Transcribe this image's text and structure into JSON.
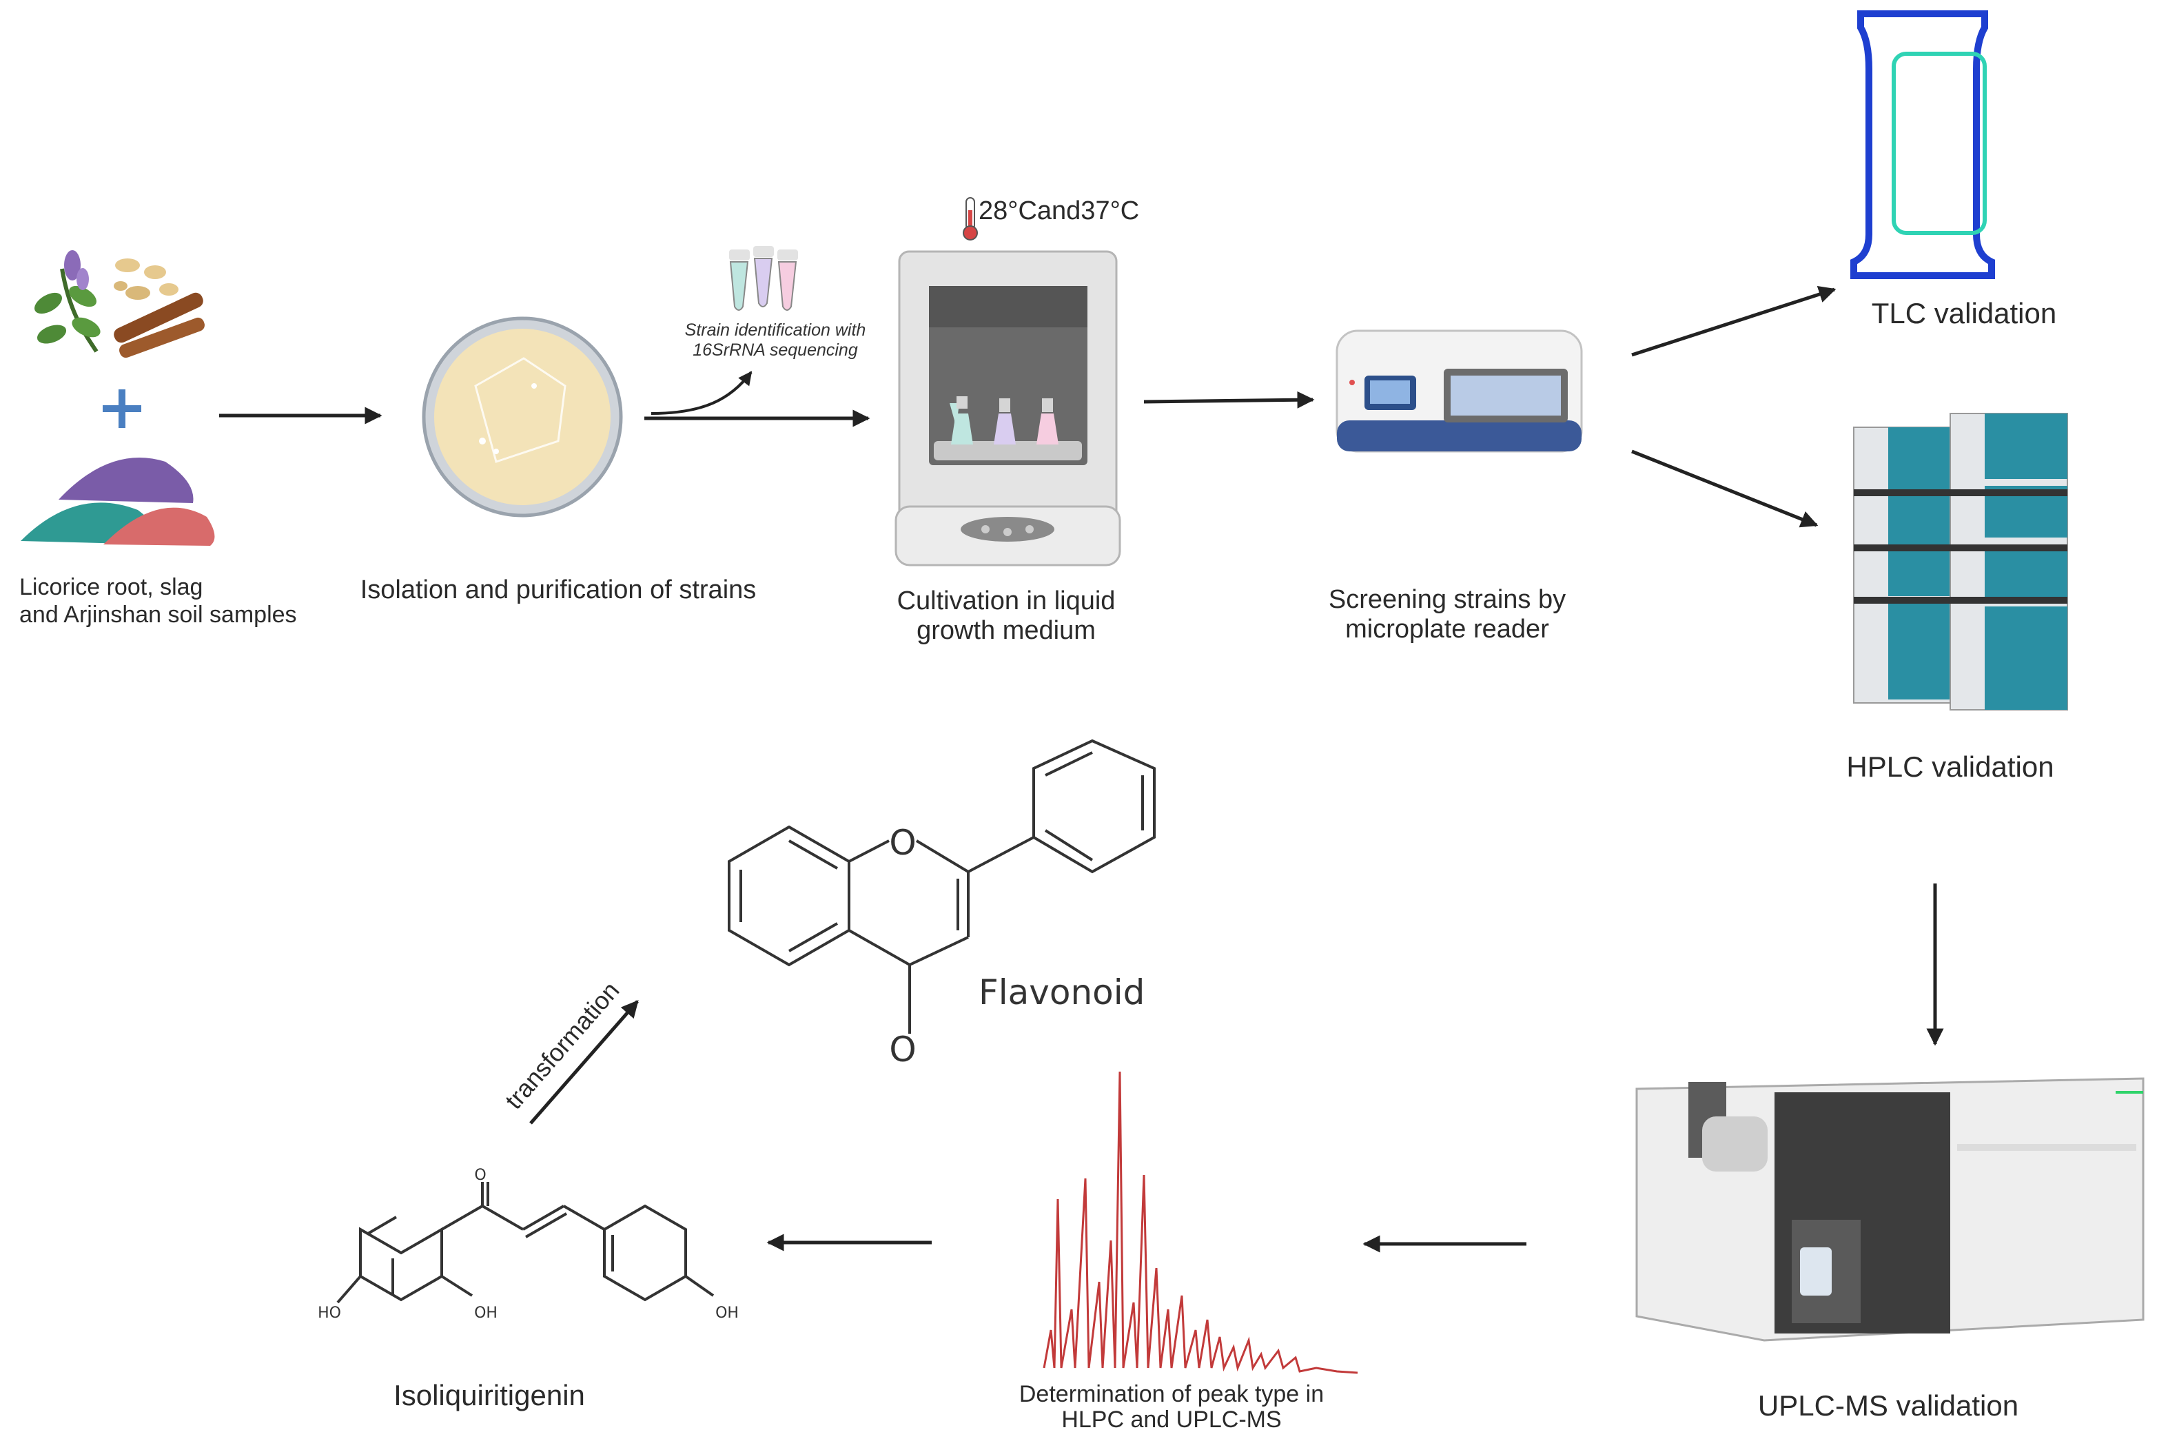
{
  "labels": {
    "samples_line1": "Licorice root, slag",
    "samples_line2": "and Arjinshan soil samples",
    "isolation": "Isolation and purification of strains",
    "identification_line1": "Strain identification with",
    "identification_line2": "16SrRNA sequencing",
    "temperature": "28°Cand37°C",
    "cultivation_line1": "Cultivation in liquid",
    "cultivation_line2": "growth medium",
    "screening_line1": "Screening strains by",
    "screening_line2": "microplate reader",
    "tlc": "TLC validation",
    "hplc": "HPLC validation",
    "uplcms": "UPLC-MS validation",
    "peak_line1": "Determination of peak type in",
    "peak_line2": "HLPC and UPLC-MS",
    "isoliquiritigenin": "Isoliquiritigenin",
    "flavonoid": "Flavonoid",
    "transformation": "transformation"
  },
  "chem": {
    "oxygen": "O",
    "oh": "OH",
    "ho": "HO"
  },
  "colors": {
    "arrow": "#222222",
    "plus": "#4a7fc1",
    "petri_fill": "#f3e3b8",
    "tlc_frame": "#1e3fd0",
    "tlc_spot": "#2fd3b4",
    "hplc_teal": "#2a8fa3",
    "uplc_gray": "#3d3d3d",
    "chromatogram": "#c23a3a"
  },
  "icons": [
    "licorice-plant-icon",
    "soil-pile-icon",
    "petri-dish-icon",
    "sequencing-tubes-icon",
    "thermometer-icon",
    "incubator-shaker-icon",
    "microplate-reader-icon",
    "tlc-plate-icon",
    "hplc-instrument-icon",
    "uplc-ms-instrument-icon",
    "chromatogram-icon"
  ]
}
